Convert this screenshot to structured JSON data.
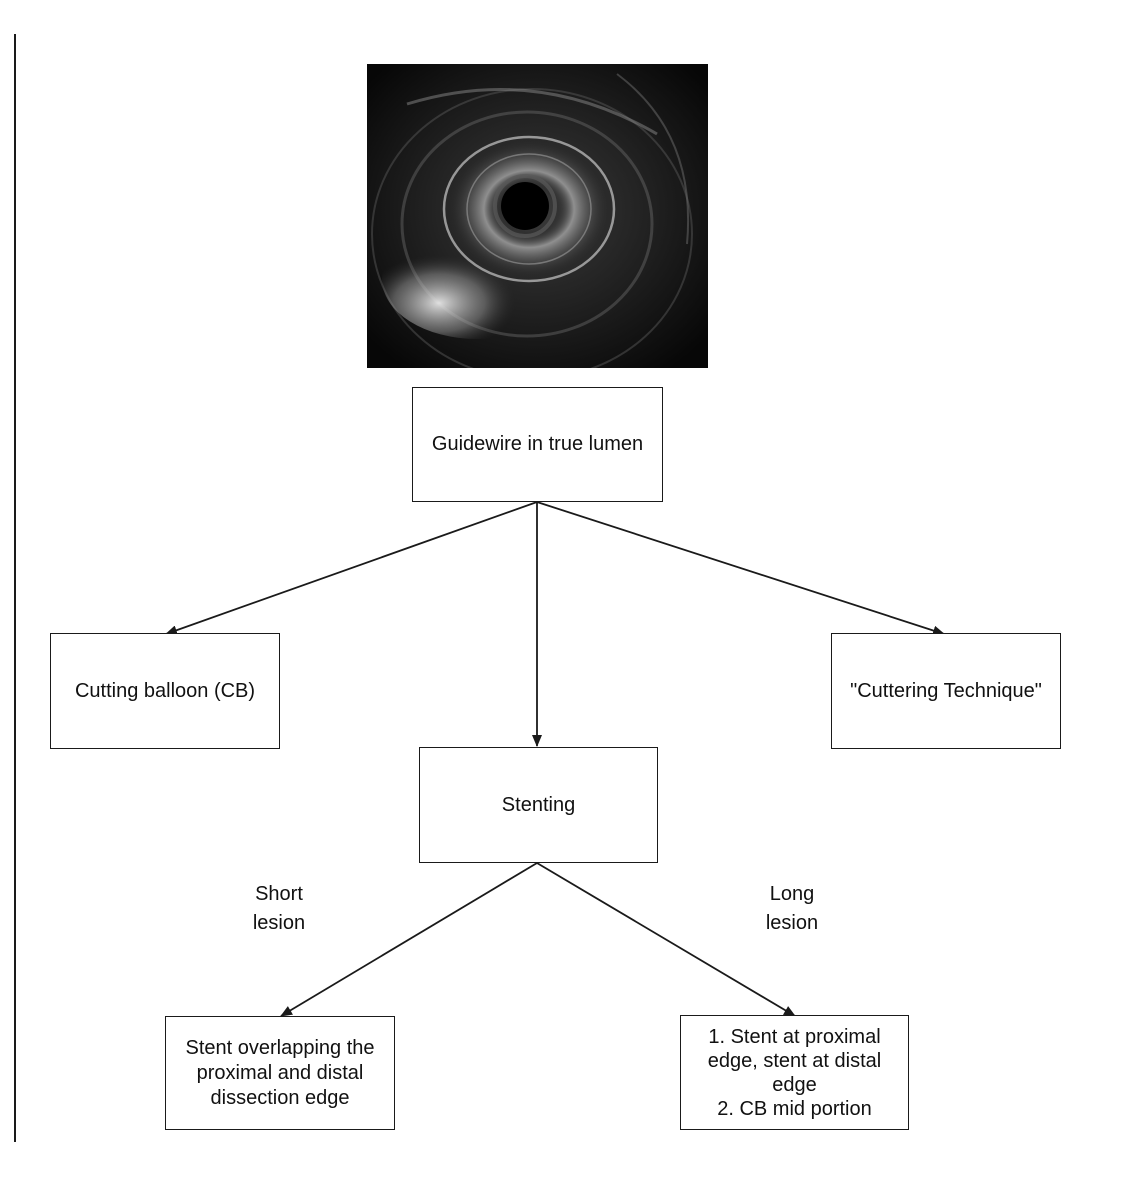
{
  "nodes": {
    "root": {
      "text": "Guidewire in true lumen"
    },
    "left": {
      "text": "Cutting balloon (CB)"
    },
    "right": {
      "text": "\"Cuttering Technique\""
    },
    "middle": {
      "text": "Stenting"
    },
    "bottom_left": {
      "lines": [
        "Stent overlapping the",
        "proximal and distal",
        "dissection edge"
      ]
    },
    "bottom_right": {
      "lines": [
        "1. Stent at proximal",
        "edge, stent at distal",
        "edge",
        "2. CB mid portion"
      ]
    }
  },
  "edge_labels": {
    "short": {
      "lines": [
        "Short",
        "lesion"
      ]
    },
    "long": {
      "lines": [
        "Long",
        "lesion"
      ]
    }
  },
  "image": {
    "name": "ivus-cross-section",
    "colors": {
      "background": "#0c0c0c",
      "lumen": "#000000",
      "tissue": "#d9d9d9"
    }
  }
}
